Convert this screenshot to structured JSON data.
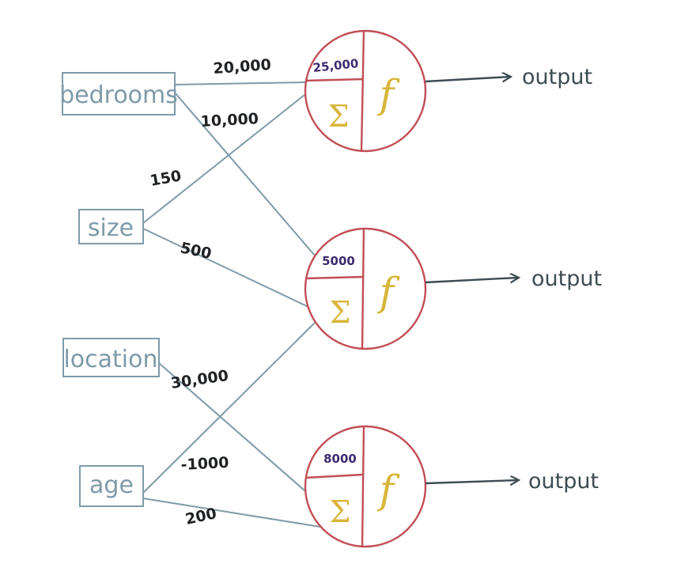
{
  "inputs": [
    {
      "label": "bedrooms"
    },
    {
      "label": "size"
    },
    {
      "label": "location"
    },
    {
      "label": "age"
    }
  ],
  "weights": [
    "20,000",
    "10,000",
    "150",
    "500",
    "30,000",
    "-1000",
    "200"
  ],
  "neurons": [
    {
      "bias": "25,000",
      "sum_symbol": "Σ",
      "activation_symbol": "f",
      "output_label": "output"
    },
    {
      "bias": "5000",
      "sum_symbol": "Σ",
      "activation_symbol": "f",
      "output_label": "output"
    },
    {
      "bias": "8000",
      "sum_symbol": "Σ",
      "activation_symbol": "f",
      "output_label": "output"
    }
  ],
  "colors": {
    "input": "#7f9aa8",
    "neuron_border": "#c24e56",
    "symbols": "#d8b53a",
    "bias_text": "#3d2a6e",
    "weights_text": "#1f2124",
    "output": "#3d4c52"
  }
}
